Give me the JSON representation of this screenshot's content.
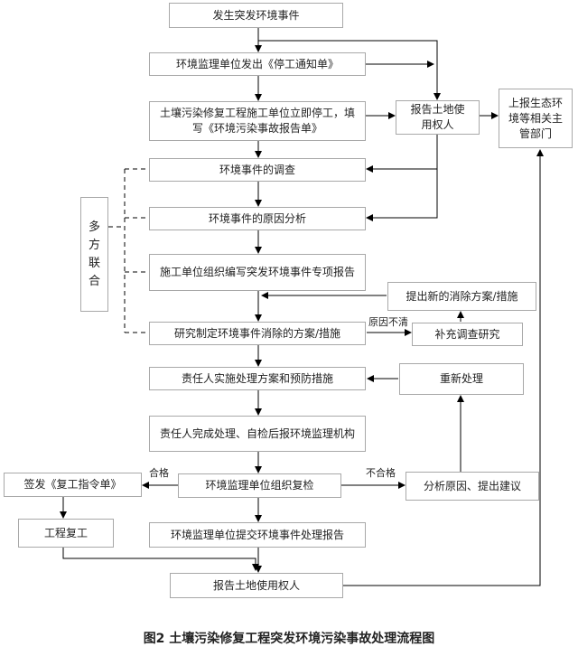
{
  "boxes": {
    "b1": "发生突发环境事件",
    "b2": "环境监理单位发出《停工通知单》",
    "b3": "土壤污染修复工程施工单位立即停工，填写《环境污染事故报告单》",
    "b_report": "报告土地使用权人",
    "b_upper": "上报生态环境等相关主管部门",
    "b4": "环境事件的调查",
    "b5": "环境事件的原因分析",
    "b_multi": "多方联合",
    "b6": "施工单位组织编写突发环境事件专项报告",
    "b_new": "提出新的消除方案/措施",
    "b7": "研究制定环境事件消除的方案/措施",
    "b_supp": "补充调查研究",
    "b8": "责任人实施处理方案和预防措施",
    "b_redo": "重新处理",
    "b9": "责任人完成处理、自检后报环境监理机构",
    "b10": "环境监理单位组织复检",
    "b_sign": "签发《复工指令单》",
    "b_analysis": "分析原因、提出建议",
    "b_resume": "工程复工",
    "b11": "环境监理单位提交环境事件处理报告",
    "b12": "报告土地使用权人"
  },
  "labels": {
    "unclear": "原因不清",
    "pass": "合格",
    "fail": "不合格"
  },
  "caption": "图2  土壤污染修复工程突发环境污染事故处理流程图"
}
